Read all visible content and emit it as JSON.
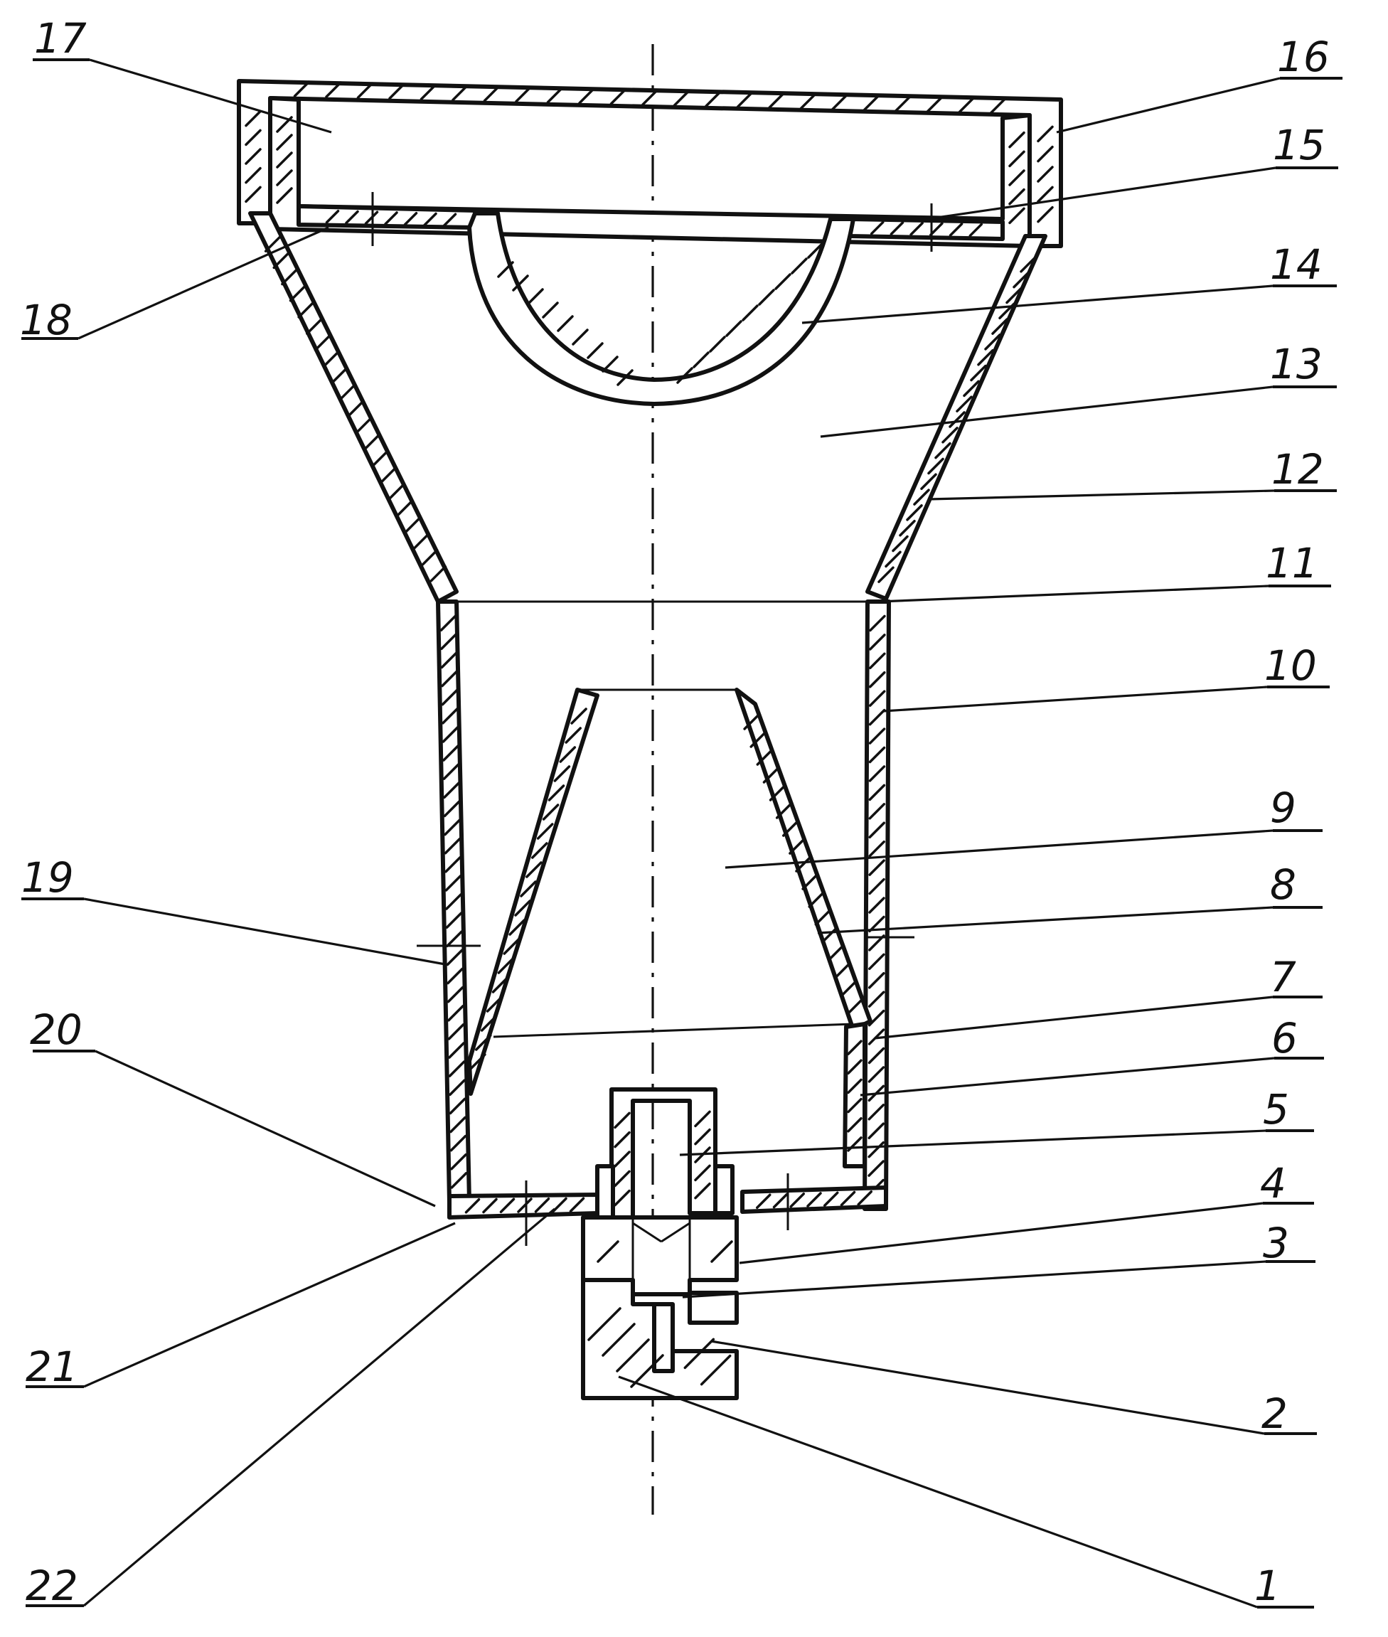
{
  "labels": [
    {
      "id": "1",
      "text": "1"
    },
    {
      "id": "2",
      "text": "2"
    },
    {
      "id": "3",
      "text": "3"
    },
    {
      "id": "4",
      "text": "4"
    },
    {
      "id": "5",
      "text": "5"
    },
    {
      "id": "6",
      "text": "6"
    },
    {
      "id": "7",
      "text": "7"
    },
    {
      "id": "8",
      "text": "8"
    },
    {
      "id": "9",
      "text": "9"
    },
    {
      "id": "10",
      "text": "10"
    },
    {
      "id": "11",
      "text": "11"
    },
    {
      "id": "12",
      "text": "12"
    },
    {
      "id": "13",
      "text": "13"
    },
    {
      "id": "14",
      "text": "14"
    },
    {
      "id": "15",
      "text": "15"
    },
    {
      "id": "16",
      "text": "16"
    },
    {
      "id": "17",
      "text": "17"
    },
    {
      "id": "18",
      "text": "18"
    },
    {
      "id": "19",
      "text": "19"
    },
    {
      "id": "20",
      "text": "20"
    },
    {
      "id": "21",
      "text": "21"
    },
    {
      "id": "22",
      "text": "22"
    }
  ]
}
